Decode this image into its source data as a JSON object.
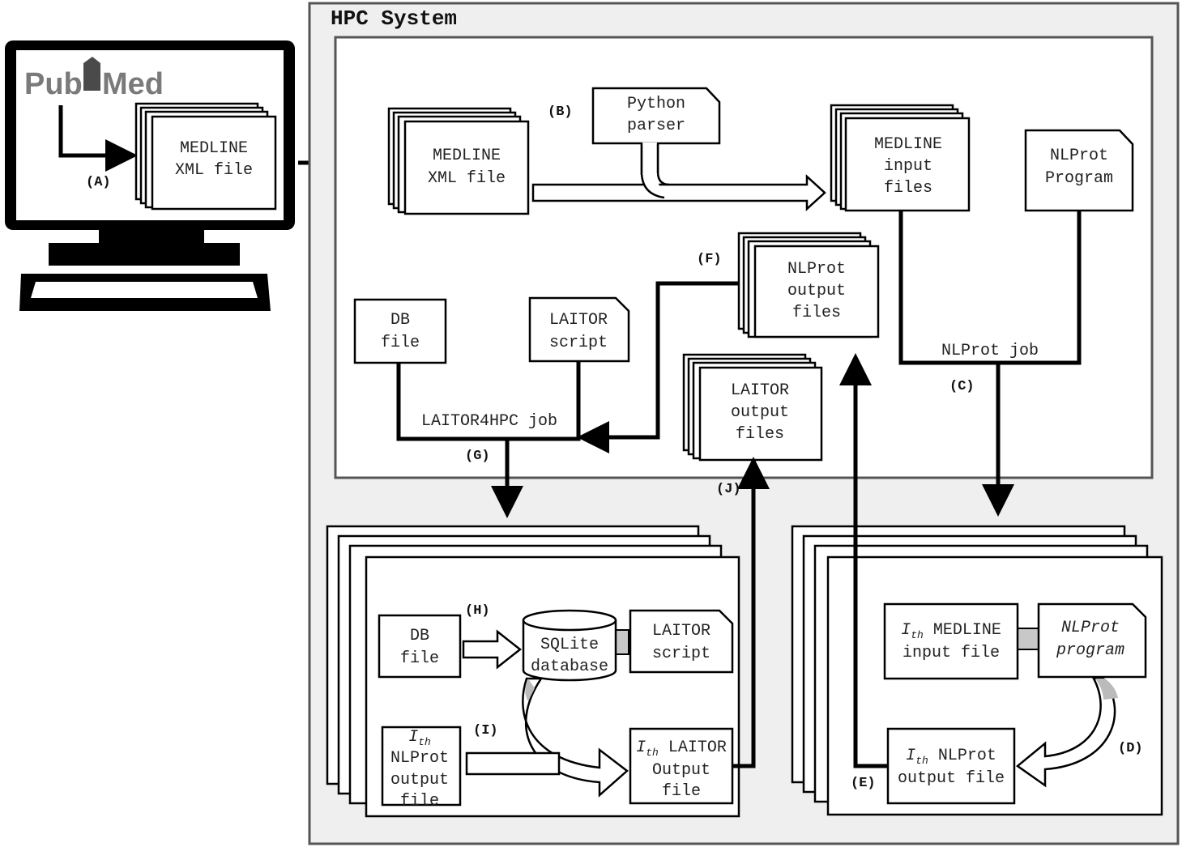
{
  "hpc": {
    "title": "HPC System"
  },
  "pubmed": {
    "logo_left": "Pub",
    "logo_right": "Med",
    "file_line1": "MEDLINE",
    "file_line2": "XML file"
  },
  "labels": {
    "A": "(A)",
    "B": "(B)",
    "C": "(C)",
    "D": "(D)",
    "E": "(E)",
    "F": "(F)",
    "G": "(G)",
    "H": "(H)",
    "I": "(I)",
    "J": "(J)"
  },
  "top": {
    "medline_xml": [
      "MEDLINE",
      "XML file"
    ],
    "python_parser": [
      "Python",
      "parser"
    ],
    "medline_input": [
      "MEDLINE",
      "input",
      "files"
    ],
    "nlprot_program": [
      "NLProt",
      "Program"
    ],
    "nlprot_output": [
      "NLProt",
      "output",
      "files"
    ],
    "db_file": [
      "DB",
      "file"
    ],
    "laitor_script": [
      "LAITOR",
      "script"
    ],
    "laitor_output": [
      "LAITOR",
      "output",
      "files"
    ],
    "nlprot_job": "NLProt job",
    "laitor4hpc_job": "LAITOR4HPC job"
  },
  "laitor_node": {
    "db_file": [
      "DB",
      "file"
    ],
    "sqlite": [
      "SQLite",
      "database"
    ],
    "laitor_script": [
      "LAITOR",
      "script"
    ],
    "ith_prefix": "I",
    "ith_sub": "th",
    "nlprot_output": [
      "NLProt",
      "output",
      "file"
    ],
    "laitor_output_first": "LAITOR",
    "laitor_output_rest": [
      "Output",
      "file"
    ]
  },
  "nlprot_node": {
    "ith_prefix": "I",
    "ith_sub": "th",
    "medline_first": "MEDLINE",
    "medline_rest": "input file",
    "nlprot_program": [
      "NLProt",
      "program"
    ],
    "nlprot_first": "NLProt",
    "nlprot_rest": "output file"
  }
}
